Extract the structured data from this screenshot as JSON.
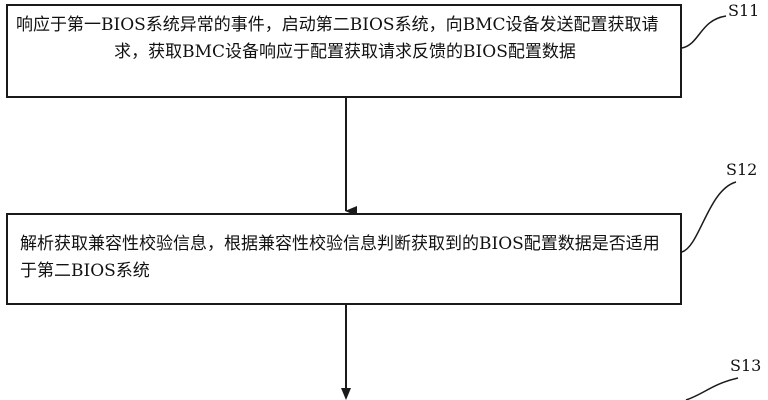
{
  "diagram": {
    "steps": [
      {
        "id": "S11",
        "label": "S11",
        "text": "响应于第一BIOS系统异常的事件，启动第二BIOS系统，向BMC设备发送配置获取请求，获取BMC设备响应于配置获取请求反馈的BIOS配置数据"
      },
      {
        "id": "S12",
        "label": "S12",
        "text": "解析获取兼容性校验信息，根据兼容性校验信息判断获取到的BIOS配置数据是否适用于第二BIOS系统"
      },
      {
        "id": "S13",
        "label": "S13",
        "text": ""
      }
    ],
    "colors": {
      "line": "#1a1a1a",
      "text": "#111111",
      "background": "#ffffff"
    }
  }
}
